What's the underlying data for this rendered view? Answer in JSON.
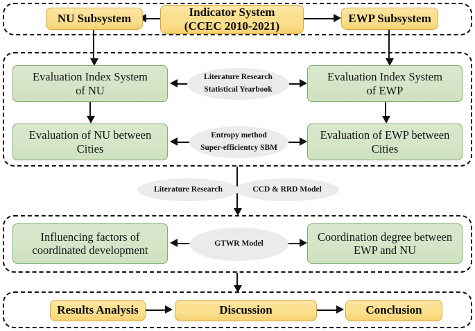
{
  "diagram": {
    "title": "Research framework flowchart",
    "colors": {
      "gold_fill": "#fbe08f",
      "gold_border": "#d9a93c",
      "green_fill": "#d5e5c8",
      "green_border": "#7cae6a",
      "pill_fill": "#ebebeb",
      "line": "#111111",
      "background": "#ffffff"
    }
  },
  "groups": [
    {
      "id": "group-indicator",
      "label": "indicator-system-group"
    },
    {
      "id": "group-evaluation",
      "label": "evaluation-group"
    },
    {
      "id": "group-analysis",
      "label": "analysis-group"
    },
    {
      "id": "group-output",
      "label": "output-group"
    }
  ],
  "nodes": {
    "nu_subsystem": {
      "line1": "NU Subsystem"
    },
    "indicator_system": {
      "line1": "Indicator System",
      "line2": "(CCEC 2010-2021)"
    },
    "ewp_subsystem": {
      "line1": "EWP Subsystem"
    },
    "eis_nu": {
      "line1": "Evaluation Index System",
      "line2": "of NU"
    },
    "eis_ewp": {
      "line1": "Evaluation Index System",
      "line2": "of EWP"
    },
    "eval_nu_cities": {
      "line1": "Evaluation of  NU between",
      "line2": "Cities"
    },
    "eval_ewp_cities": {
      "line1": "Evaluation of EWP between",
      "line2": "Cities"
    },
    "influencing_factors": {
      "line1": "Influencing factors of",
      "line2": "coordinated development"
    },
    "coordination_degree": {
      "line1": "Coordination degree between",
      "line2": "EWP and NU"
    },
    "results_analysis": {
      "line1": "Results Analysis"
    },
    "discussion": {
      "line1": "Discussion"
    },
    "conclusion": {
      "line1": "Conclusion"
    }
  },
  "method_labels": {
    "literature_yearbook": {
      "line1": "Literature Research",
      "line2": "Statistical Yearbook"
    },
    "entropy_sbm": {
      "line1": "Entropy  method",
      "line2": "Super-efficientcy SBM"
    },
    "literature_research_2": {
      "line1": "Literature Research"
    },
    "ccd_rrd": {
      "line1": "CCD & RRD Model"
    },
    "gtwr": {
      "line1": "GTWR Model"
    }
  }
}
